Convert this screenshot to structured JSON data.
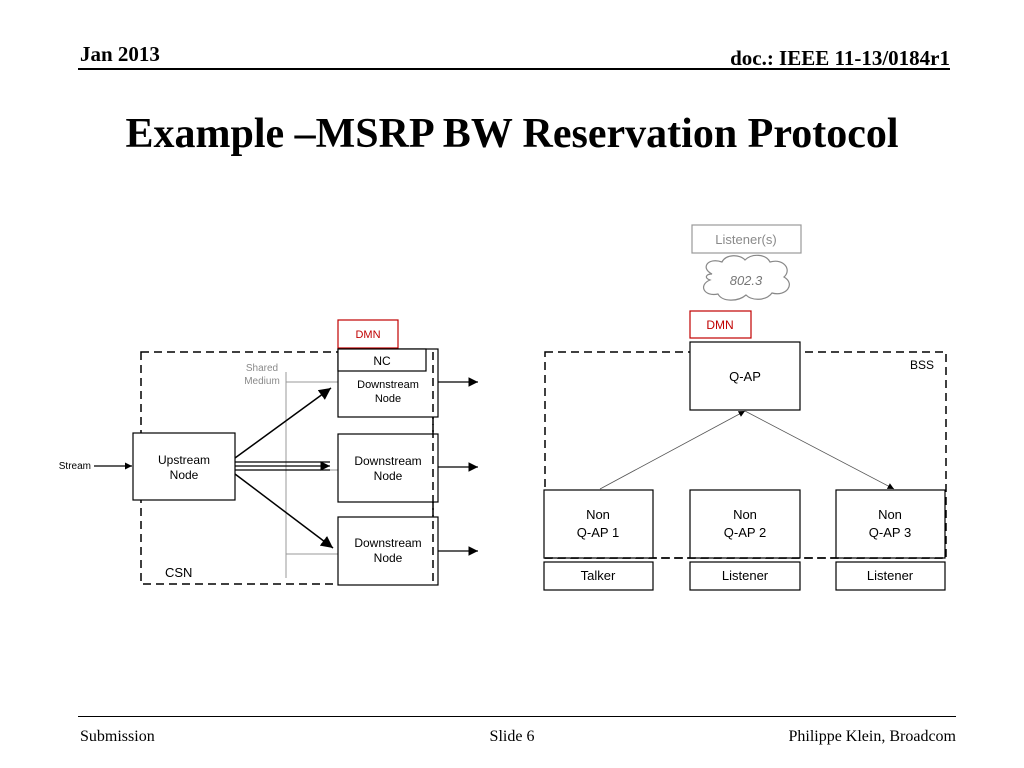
{
  "header": {
    "date": "Jan 2013",
    "doc_id": "doc.: IEEE 11-13/0184r1"
  },
  "title": "Example –MSRP BW Reservation Protocol",
  "csn_diagram": {
    "dmn_label": "DMN",
    "nc_label": "NC",
    "shared_medium_line1": "Shared",
    "shared_medium_line2": "Medium",
    "stream_label": "Stream",
    "upstream_line1": "Upstream",
    "upstream_line2": "Node",
    "downstream_line1": "Downstream",
    "downstream_line2": "Node",
    "csn_label": "CSN"
  },
  "bss_diagram": {
    "listeners_label": "Listener(s)",
    "ethernet_label": "802.3",
    "dmn_label": "DMN",
    "qap_label": "Q-AP",
    "bss_label": "BSS",
    "non_label": "Non",
    "stations": [
      {
        "name": "Q-AP 1",
        "role": "Talker"
      },
      {
        "name": "Q-AP 2",
        "role": "Listener"
      },
      {
        "name": "Q-AP 3",
        "role": "Listener"
      }
    ]
  },
  "footer": {
    "left": "Submission",
    "center": "Slide 6",
    "right": "Philippe Klein, Broadcom"
  },
  "colors": {
    "dmn_red": "#c00000",
    "gray_text": "#8a8a8a"
  }
}
